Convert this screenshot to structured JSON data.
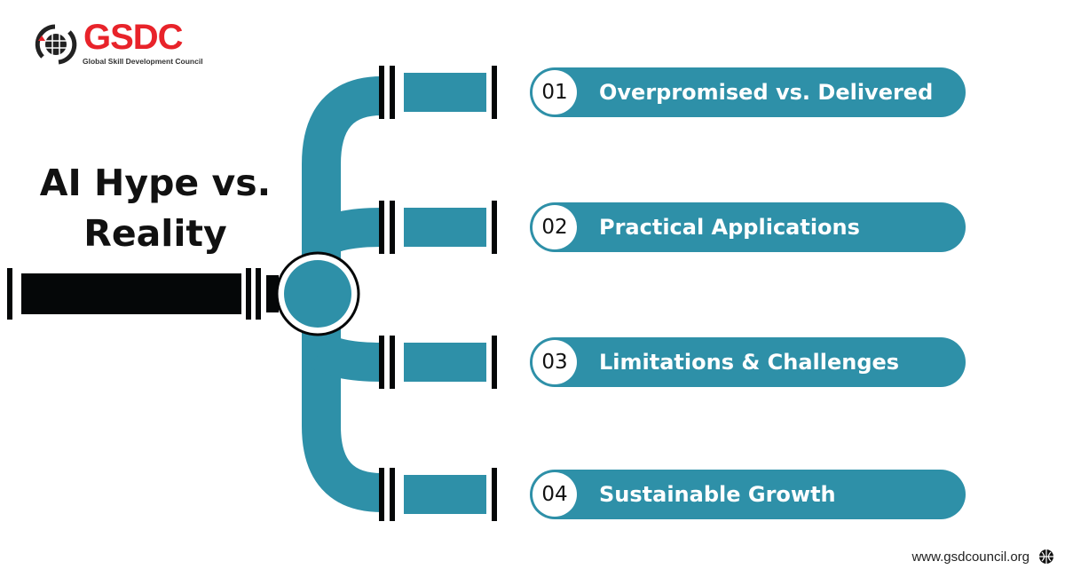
{
  "logo": {
    "name": "GSDC",
    "tagline": "Global Skill Development Council"
  },
  "title": {
    "line1": "AI Hype vs.",
    "line2": "Reality"
  },
  "items": [
    {
      "number": "01",
      "label": "Overpromised vs. Delivered"
    },
    {
      "number": "02",
      "label": "Practical Applications"
    },
    {
      "number": "03",
      "label": "Limitations & Challenges"
    },
    {
      "number": "04",
      "label": "Sustainable Growth"
    }
  ],
  "footer": {
    "url": "www.gsdcouncil.org"
  },
  "colors": {
    "teal": "#2e90a8",
    "brand_red": "#e8232a",
    "black": "#050708"
  }
}
